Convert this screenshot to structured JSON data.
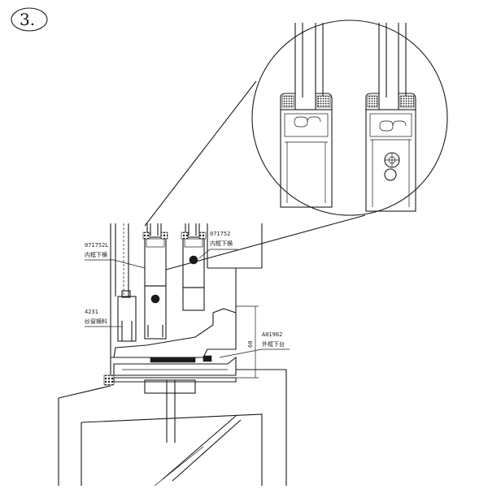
{
  "step_number": "3.",
  "labels": {
    "part_071752L_code": "071752L",
    "part_071752L_name": "内框下横",
    "part_071752_code": "071752",
    "part_071752_name": "内框下横",
    "part_4231_code": "4231",
    "part_4231_name": "纱窗横料",
    "part_A01962_code": "A01962",
    "part_A01962_name": "外框下台",
    "dimension_60": "60"
  }
}
